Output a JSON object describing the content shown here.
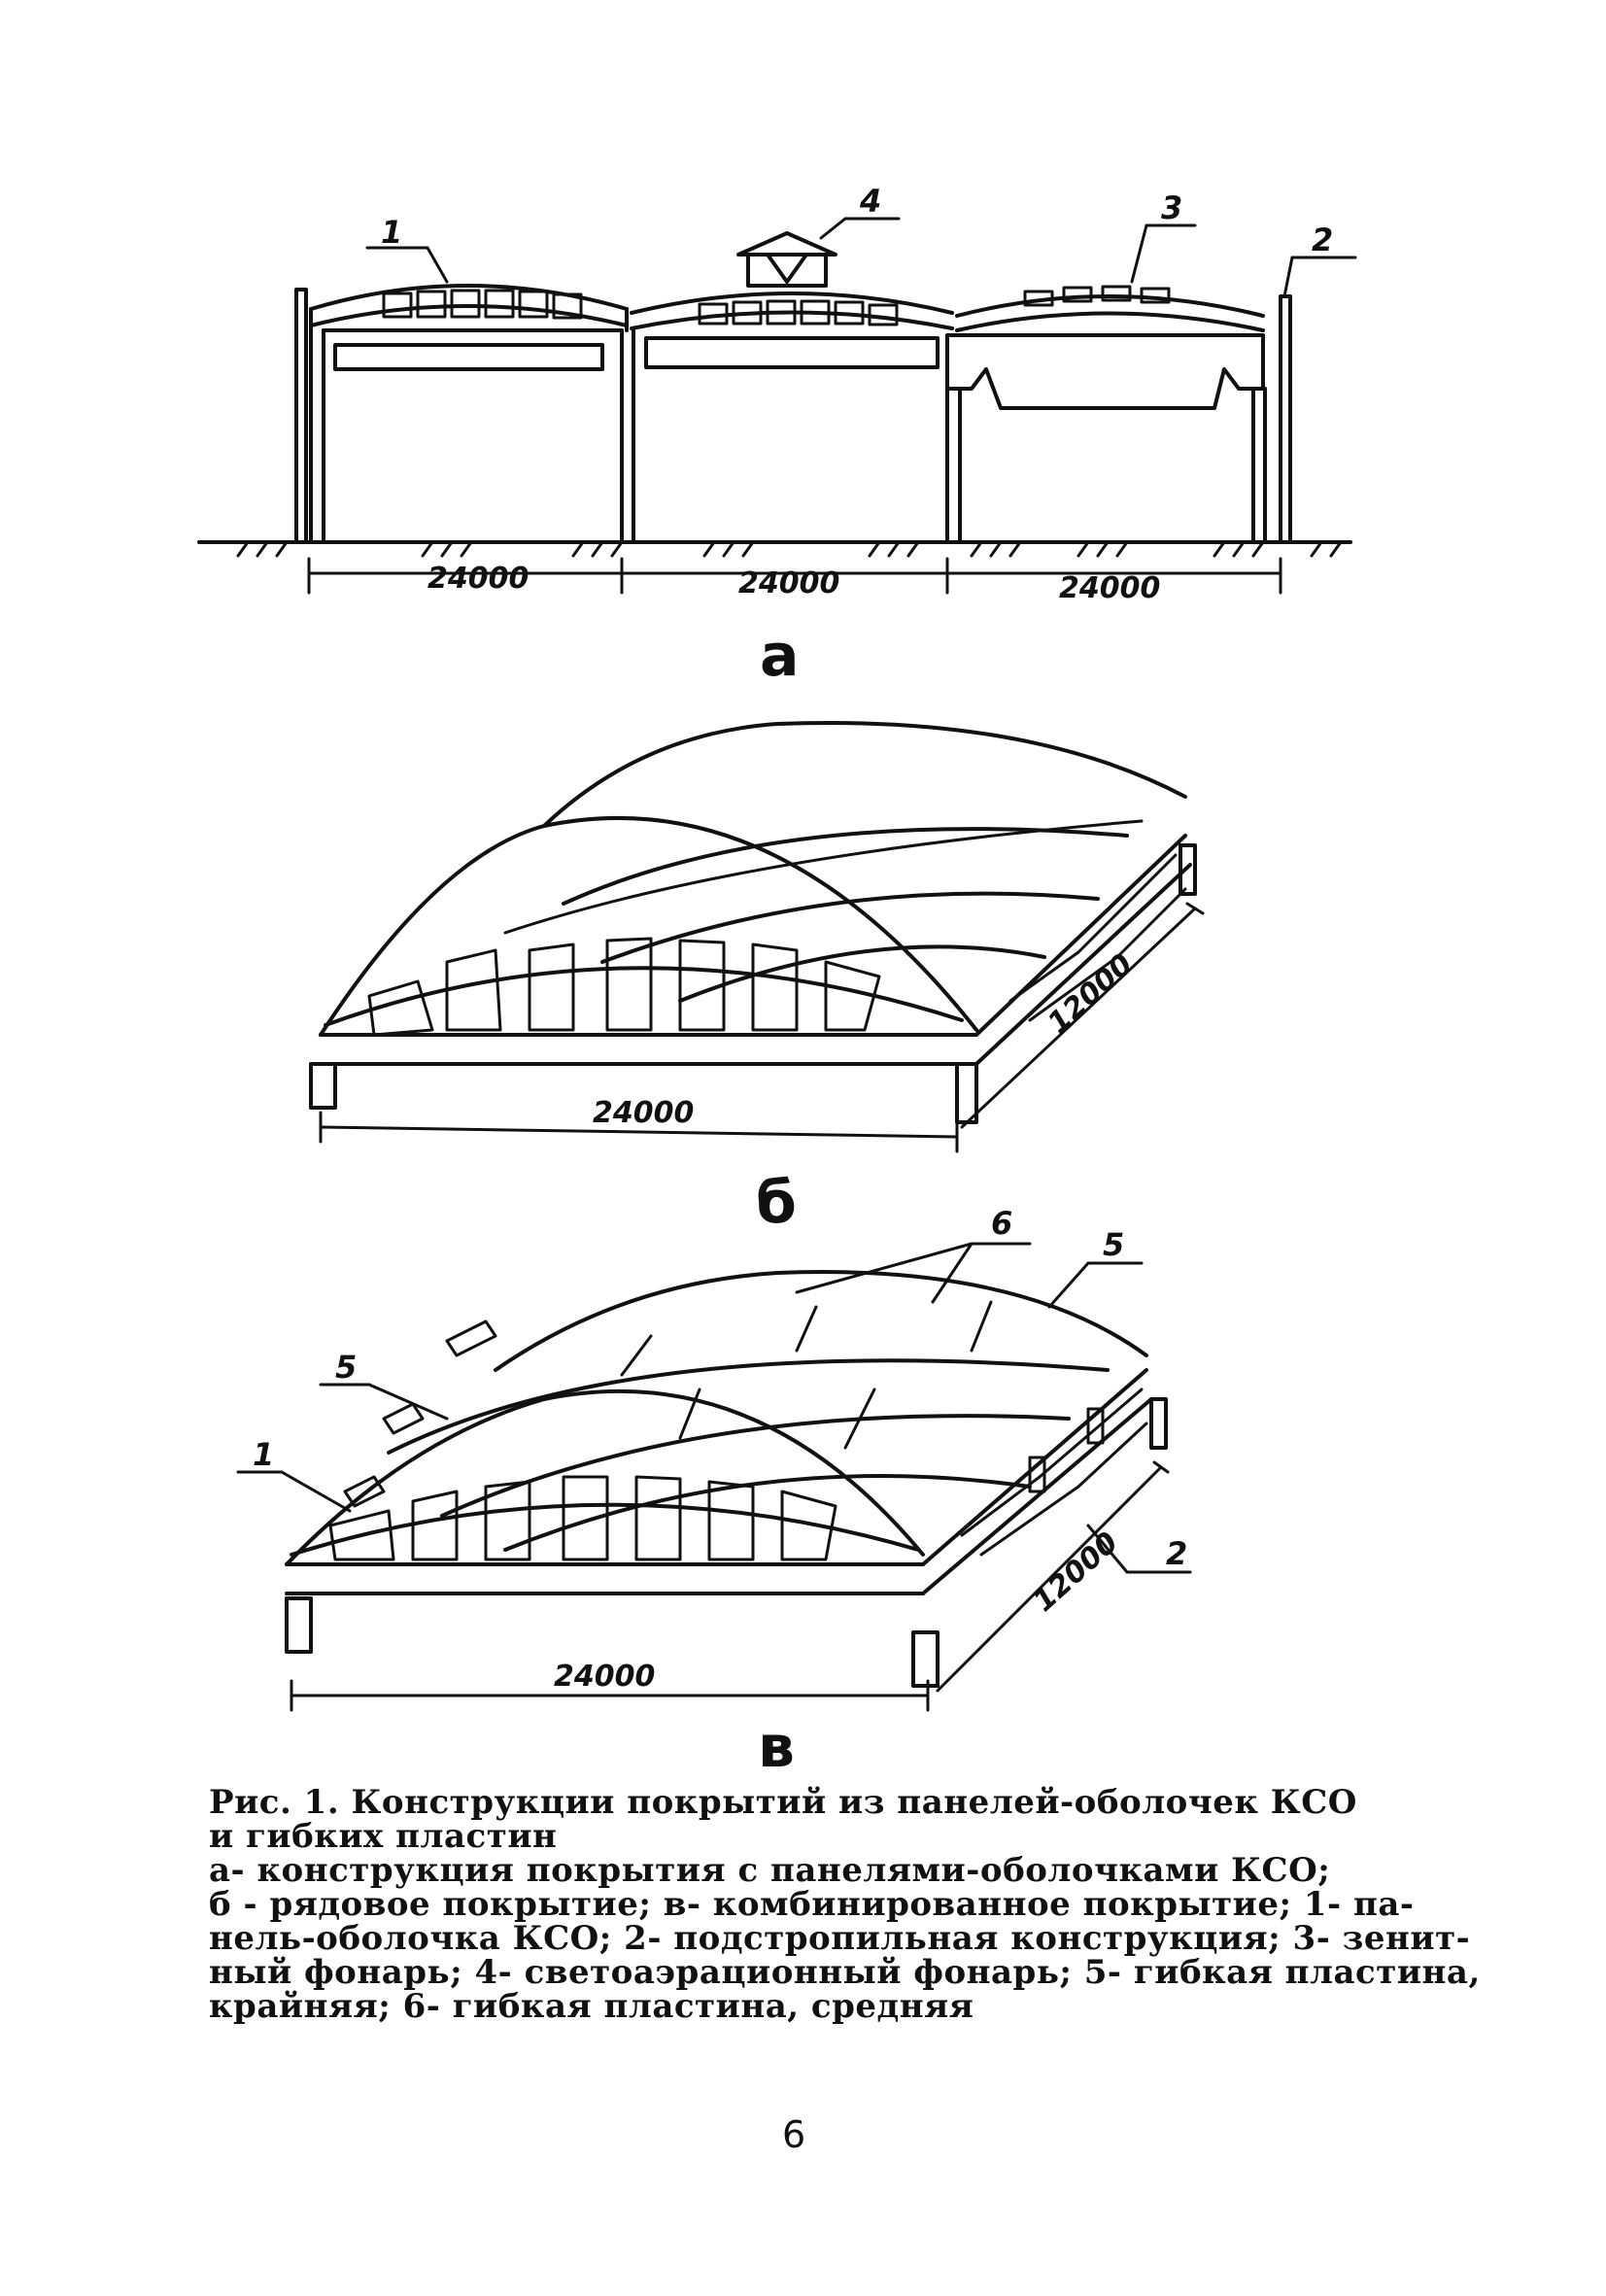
{
  "figure": {
    "part_a": {
      "label": "а",
      "dims": [
        "24000",
        "24000",
        "24000"
      ],
      "callouts": [
        "1",
        "4",
        "3",
        "2"
      ]
    },
    "part_b": {
      "label": "б",
      "dim_span": "24000",
      "dim_length": "12000"
    },
    "part_v": {
      "label": "в",
      "dim_span": "24000",
      "dim_length": "12000",
      "callouts": [
        "6",
        "5",
        "5",
        "1",
        "2"
      ]
    }
  },
  "caption": {
    "lines": [
      "Рис.   1. Конструкции покрытий из панелей-оболочек КСО",
      "и гибких пластин",
      "   а- конструкция покрытия с панелями-оболочками КСО;",
      "б - рядовое покрытие; в- комбинированное покрытие; 1- па-",
      "нель-оболочка КСО; 2- подстропильная конструкция; 3- зенит-",
      "ный фонарь; 4- светоаэрационный фонарь; 5- гибкая пластина,",
      "крайняя; 6- гибкая пластина, средняя"
    ]
  },
  "page_number": "6"
}
